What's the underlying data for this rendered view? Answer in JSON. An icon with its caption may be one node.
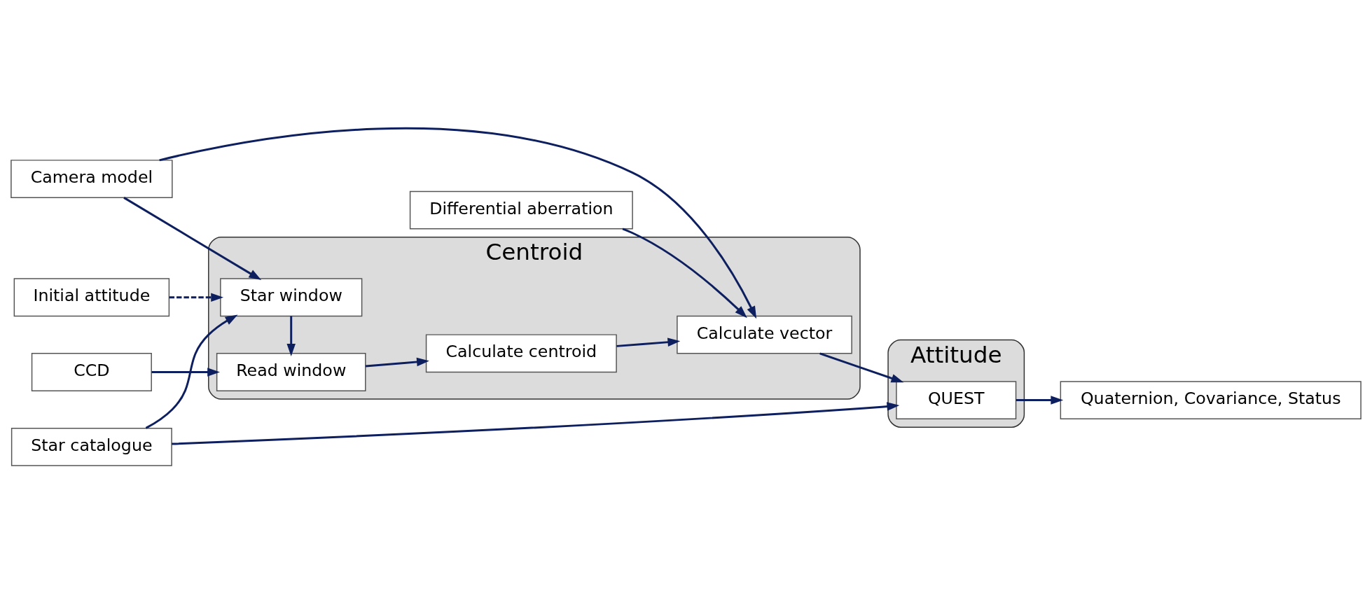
{
  "diagram": {
    "nodes": [
      {
        "text": [
          "CCD"
        ]
      },
      {
        "text": [
          "Centroid"
        ]
      },
      {
        "text": [
          "Read window"
        ],
        "in": 1
      },
      {
        "text": [
          "Calculate centroid"
        ],
        "in": 1
      },
      {
        "text": [
          "Calculate vector"
        ],
        "in": 1
      },
      {
        "text": [
          "Star window"
        ],
        "in": 1
      },
      {
        "text": [
          "Initial attitude"
        ]
      },
      {
        "text": [
          "Attitude"
        ]
      },
      {
        "text": [
          "QUEST"
        ],
        "in": 7
      },
      {
        "text": [
          "Quaternion, Covariance, Status"
        ]
      },
      {
        "text": [
          "Camera model"
        ]
      },
      {
        "text": [
          "Differential aberration"
        ]
      },
      {
        "text": [
          "Star catalogue"
        ]
      }
    ],
    "edges": [
      {
        "from": 0,
        "to": 2,
        "arrow": "to"
      },
      {
        "from": 2,
        "to": 3,
        "arrow": "to"
      },
      {
        "from": 3,
        "to": 4,
        "arrow": "to"
      },
      {
        "from": 4,
        "to": 8,
        "arrow": "to"
      },
      {
        "from": 8,
        "to": 9,
        "arrow": "to"
      },
      {
        "from": 5,
        "to": 2,
        "arrow": "to"
      },
      {
        "from": 6,
        "to": 5,
        "arrow": "to",
        "style": "dashed"
      },
      {
        "from": 10,
        "to": 5,
        "arrow": "to"
      },
      {
        "from": 10,
        "to": 4,
        "arrow": "to"
      },
      {
        "from": 11,
        "to": 4,
        "arrow": "to"
      },
      {
        "from": 12,
        "to": 8,
        "arrow": "to"
      },
      {
        "from": 12,
        "to": 5,
        "arrow": "to"
      }
    ]
  }
}
